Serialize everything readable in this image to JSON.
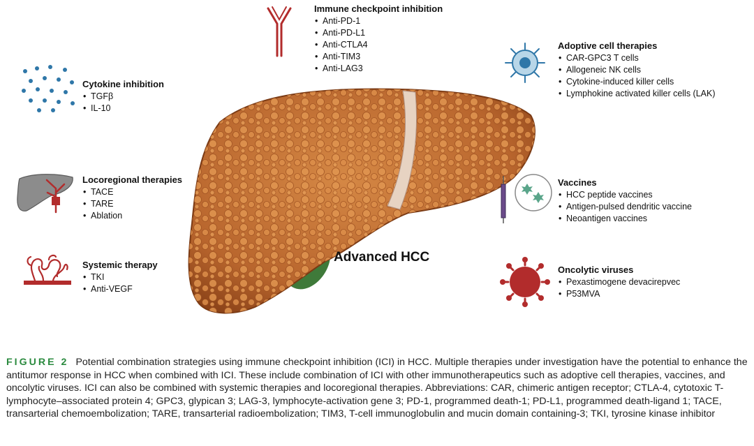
{
  "figure": {
    "center_label": "Advanced HCC",
    "immune_checkpoint": {
      "title": "Immune checkpoint inhibition",
      "items": [
        "Anti-PD-1",
        "Anti-PD-L1",
        "Anti-CTLA4",
        "Anti-TIM3",
        "Anti-LAG3"
      ]
    },
    "cytokine": {
      "title": "Cytokine inhibition",
      "items": [
        "TGFβ",
        "IL-10"
      ]
    },
    "locoregional": {
      "title": "Locoregional therapies",
      "items": [
        "TACE",
        "TARE",
        "Ablation"
      ]
    },
    "systemic": {
      "title": "Systemic therapy",
      "items": [
        "TKI",
        "Anti-VEGF"
      ]
    },
    "adoptive": {
      "title": "Adoptive cell therapies",
      "items": [
        "CAR-GPC3 T cells",
        "Allogeneic NK cells",
        "Cytokine-induced killer cells",
        "Lymphokine activated killer cells (LAK)"
      ]
    },
    "vaccines": {
      "title": "Vaccines",
      "items": [
        "HCC peptide vaccines",
        "Antigen-pulsed dendritic vaccine",
        "Neoantigen vaccines"
      ]
    },
    "oncolytic": {
      "title": "Oncolytic viruses",
      "items": [
        "Pexastimogene devacirepvec",
        "P53MVA"
      ]
    }
  },
  "caption": {
    "label": "FIGURE 2",
    "text": "Potential combination strategies using immune checkpoint inhibition (ICI) in HCC. Multiple therapies under investigation have the potential to enhance the antitumor response in HCC when combined with ICI. These include combination of ICI with other immunotherapeutics such as adoptive cell therapies, vaccines, and oncolytic viruses. ICI can also be combined with systemic therapies and locoregional therapies. Abbreviations: CAR, chimeric antigen receptor; CTLA-4, cytotoxic T-lymphocyte–associated protein 4; GPC3, glypican 3; LAG-3, lymphocyte-activation gene 3; PD-1, programmed death-1; PD-L1, programmed death-ligand 1; TACE, transarterial chemoembolization; TARE, transarterial radioembolization; TIM3, T-cell immunoglobulin and mucin domain containing-3; TKI, tyrosine kinase inhibitor"
  },
  "colors": {
    "liver": "#c8753a",
    "liver_dark": "#8a4218",
    "nodule": "#d98a48",
    "gallbladder": "#3f7a3a",
    "red": "#b22c2c",
    "blue": "#2f77a8",
    "green_label": "#2a8a3e"
  }
}
